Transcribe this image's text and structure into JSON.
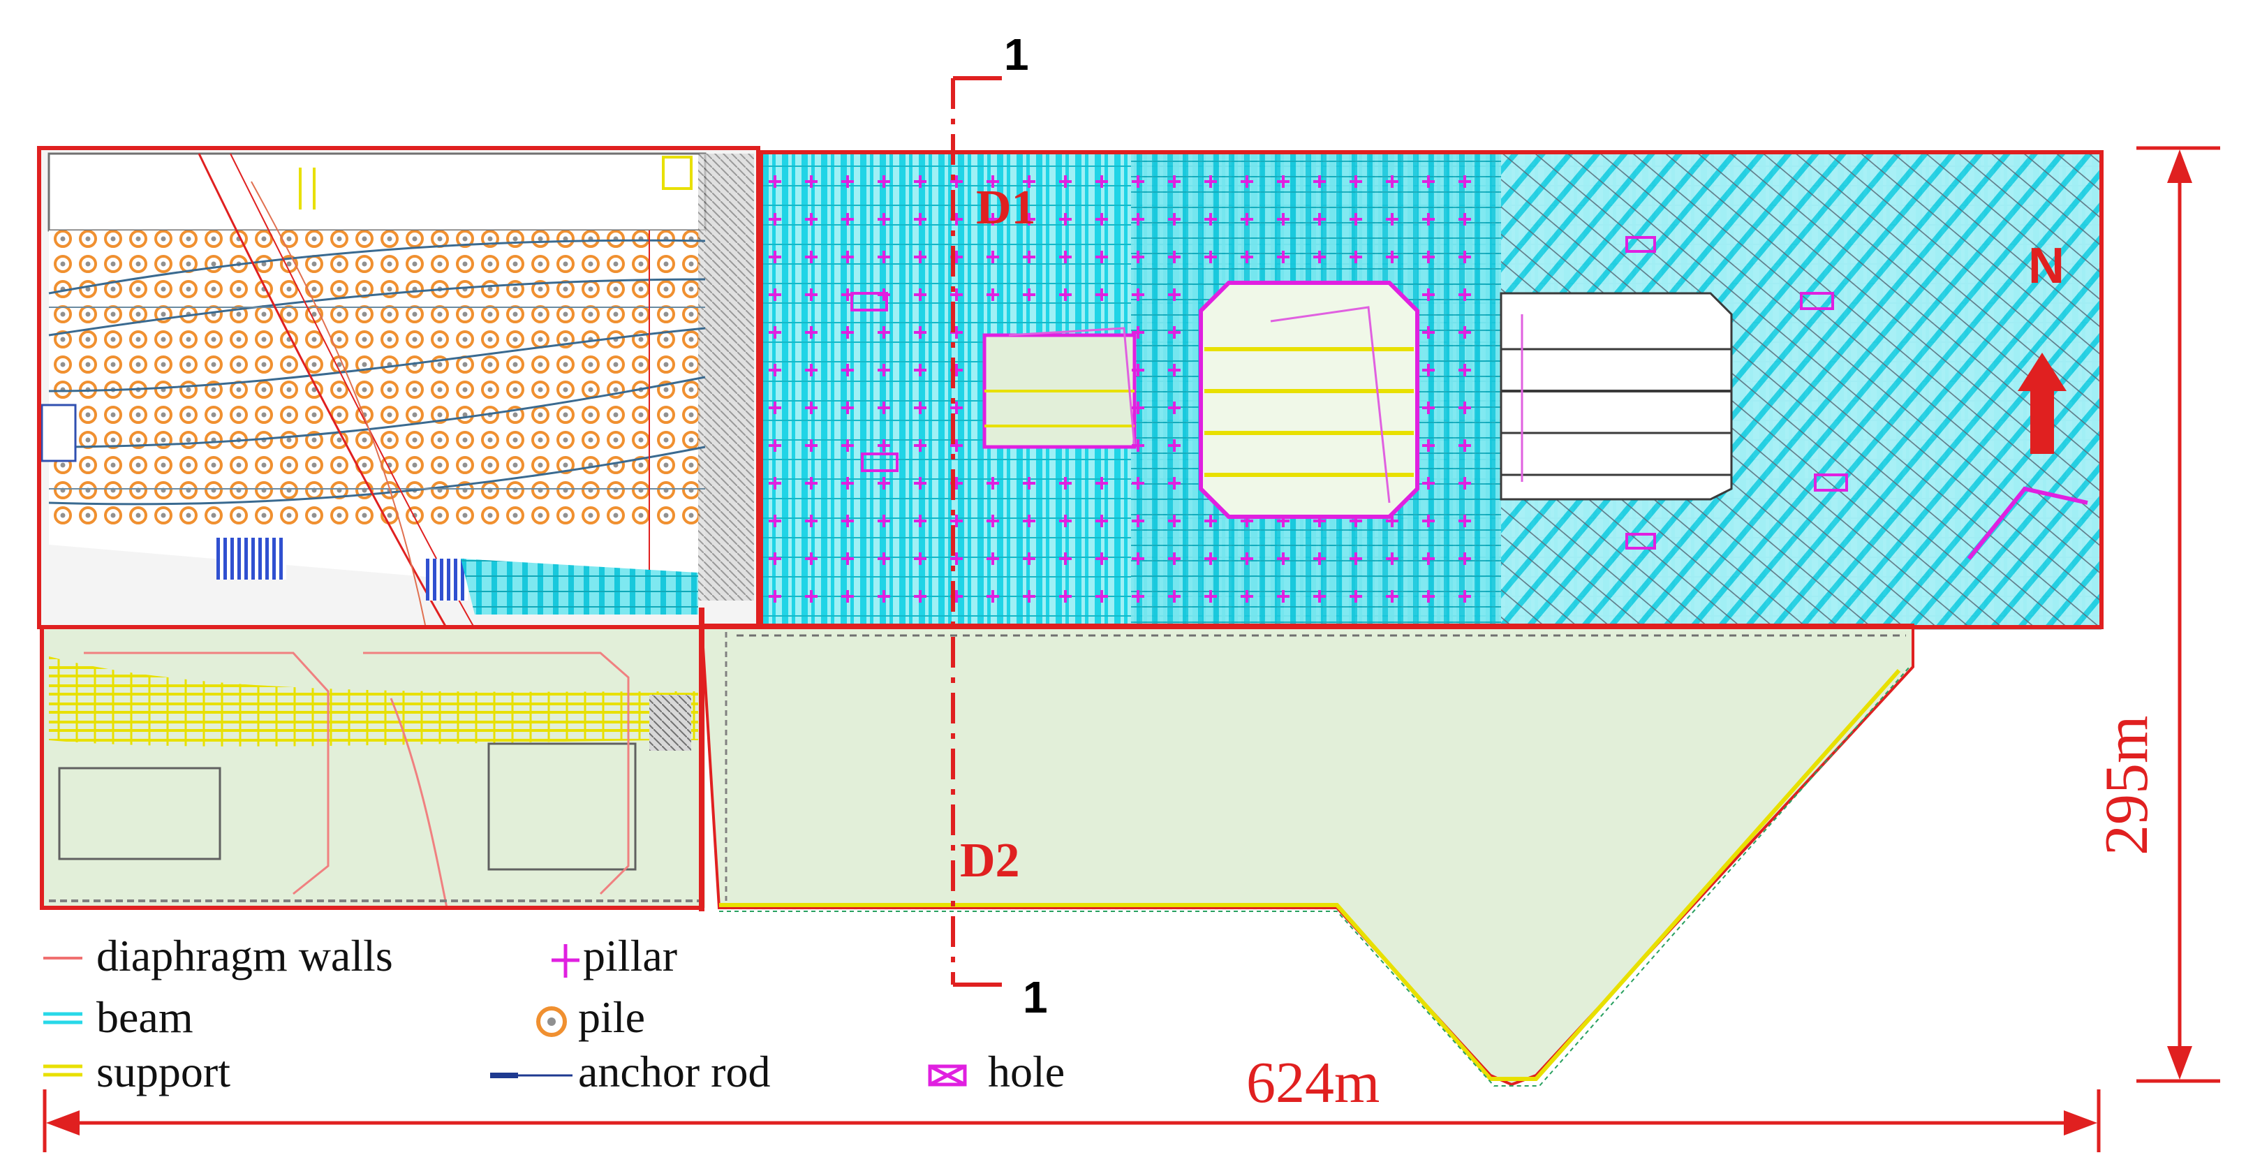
{
  "section": {
    "label_top": "1",
    "label_bottom": "1",
    "zone_north": "D1",
    "zone_south": "D2"
  },
  "north_arrow": {
    "label": "N"
  },
  "dimensions": {
    "width": "624m",
    "height": "295m"
  },
  "legend": {
    "diaphragm_walls": "diaphragm walls",
    "beam": "beam",
    "support": "support",
    "pillar": "pillar",
    "pile": "pile",
    "anchor_rod": "anchor rod",
    "hole": "hole"
  },
  "colors": {
    "outline_red": "#e02020",
    "beam_cyan": "#28d8e8",
    "support_yellow": "#e8e000",
    "pillar_magenta": "#e020e0",
    "pile_orange": "#f09030",
    "anchor_blue": "#2040a0",
    "excavation_green": "#e2efd9"
  },
  "icons": [
    "north-arrow-icon",
    "pillar-cross-icon",
    "pile-ring-icon",
    "hole-box-icon"
  ]
}
